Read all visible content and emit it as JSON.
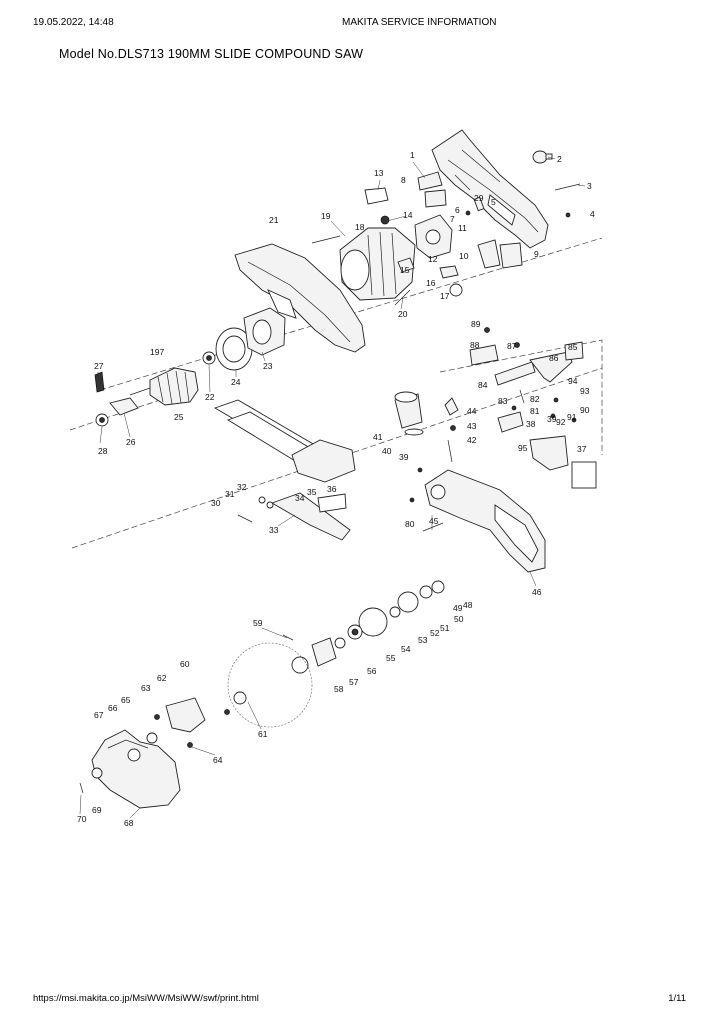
{
  "header": {
    "datetime": "19.05.2022, 14:48",
    "title": "MAKITA SERVICE INFORMATION"
  },
  "document": {
    "model_title": "Model No.DLS713 190MM SLIDE COMPOUND SAW"
  },
  "footer": {
    "url": "https://msi.makita.co.jp/MsiWW/MsiWW/swf/print.html",
    "page": "1/11"
  },
  "part_labels": [
    "1",
    "2",
    "3",
    "4",
    "5",
    "6",
    "7",
    "8",
    "9",
    "10",
    "11",
    "12",
    "13",
    "14",
    "15",
    "16",
    "17",
    "18",
    "19",
    "20",
    "21",
    "22",
    "23",
    "24",
    "25",
    "26",
    "27",
    "28",
    "29",
    "30",
    "31",
    "32",
    "33",
    "34",
    "35",
    "36",
    "37",
    "38",
    "39",
    "39",
    "40",
    "41",
    "42",
    "43",
    "44",
    "45",
    "46",
    "48",
    "49",
    "50",
    "51",
    "52",
    "53",
    "54",
    "55",
    "56",
    "57",
    "58",
    "59",
    "60",
    "61",
    "62",
    "63",
    "64",
    "65",
    "66",
    "67",
    "68",
    "69",
    "70",
    "80",
    "81",
    "82",
    "83",
    "84",
    "85",
    "86",
    "87",
    "88",
    "89",
    "90",
    "91",
    "92",
    "93",
    "94",
    "95",
    "197"
  ]
}
